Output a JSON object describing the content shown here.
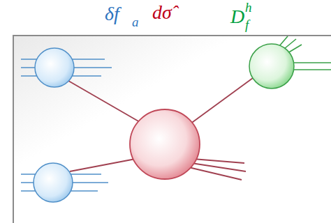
{
  "diagram": {
    "labels": [
      "δf",
      "a",
      "dσ̂",
      "D",
      "h",
      "f"
    ]
  }
}
